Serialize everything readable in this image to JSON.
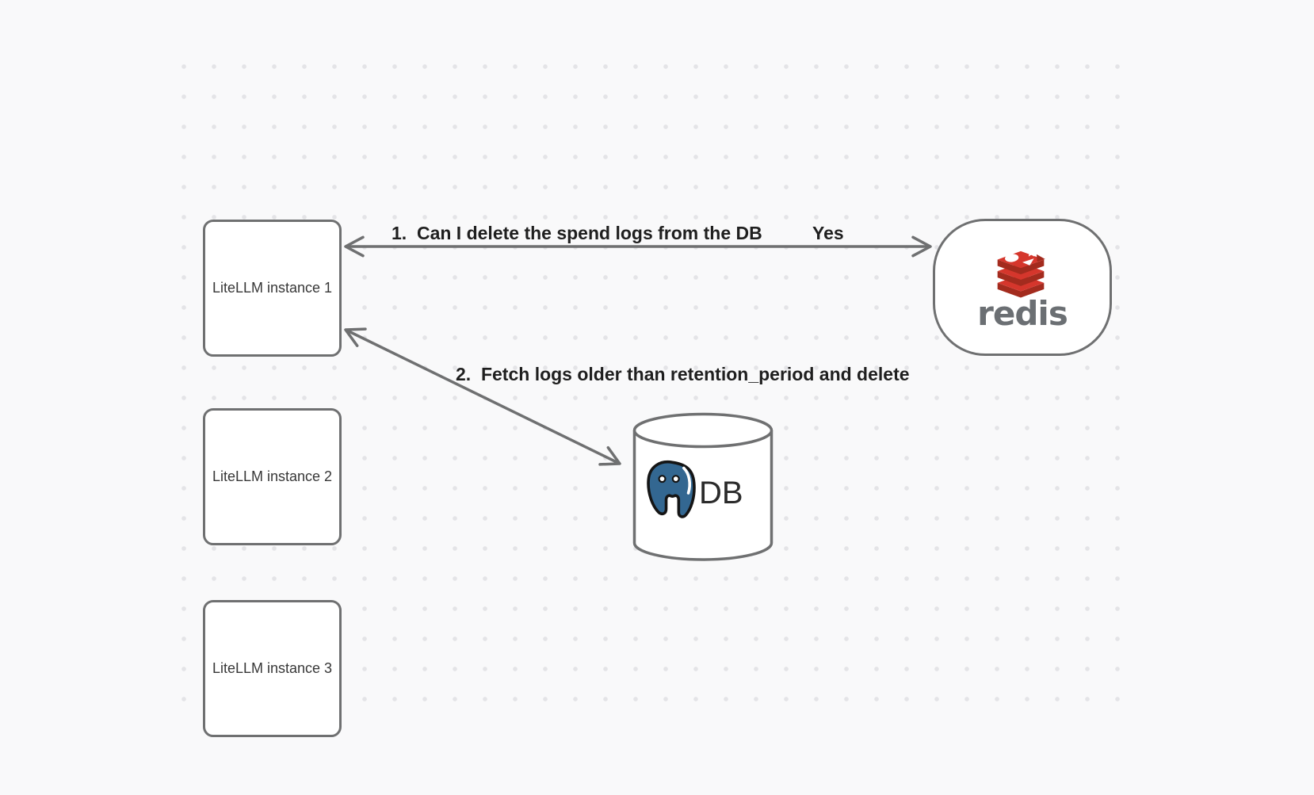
{
  "canvas": {
    "background": "#f9f9fa",
    "dot_color": "#e4e4e7"
  },
  "colors": {
    "stroke_gray": "#6f7071",
    "arrow_label_text": "#1f1f1f",
    "node_text": "#373737",
    "redis_red": "#d5362c",
    "redis_red_dark": "#a32b1e",
    "redis_wordmark_gray": "#6b6f73",
    "postgres_blue": "#336791",
    "db_text": "#2b2b2b"
  },
  "nodes": {
    "instances": [
      {
        "label": "LiteLLM instance 1"
      },
      {
        "label": "LiteLLM instance 2"
      },
      {
        "label": "LiteLLM instance 3"
      }
    ],
    "redis": {
      "wordmark": "redis",
      "icon": "redis-stack-icon"
    },
    "db": {
      "label": "DB",
      "icon": "postgresql-elephant-icon",
      "shape": "database-cylinder"
    }
  },
  "arrows": [
    {
      "name": "arrow-1",
      "from": "LiteLLM instance 1",
      "to": "redis",
      "double_headed": true,
      "label": "1.  Can I delete the spend logs from the DB",
      "response_label": "Yes"
    },
    {
      "name": "arrow-2",
      "from": "LiteLLM instance 1",
      "to": "DB",
      "double_headed": true,
      "label": "2.  Fetch logs older than retention_period and delete"
    }
  ]
}
